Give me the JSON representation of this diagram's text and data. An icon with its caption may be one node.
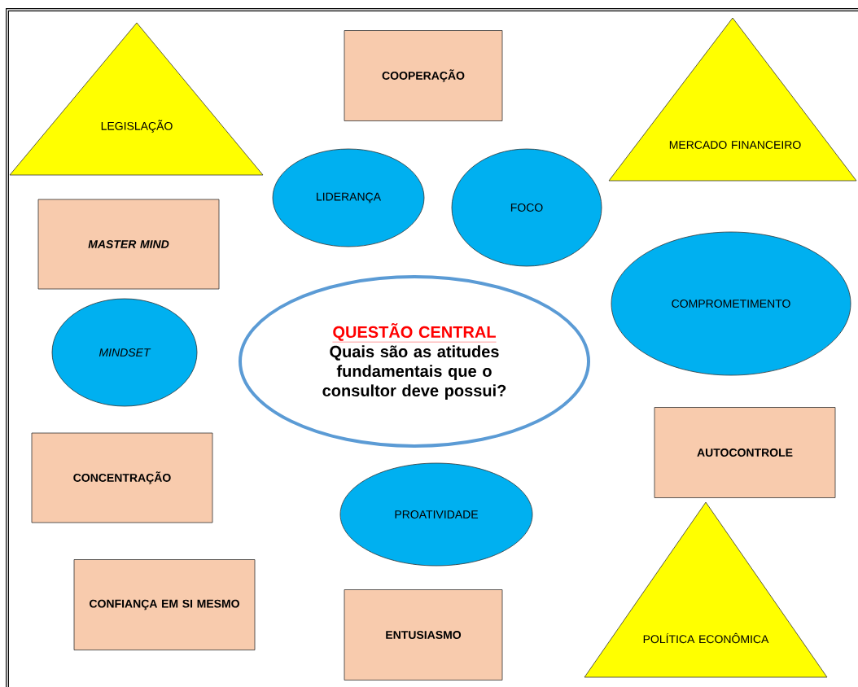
{
  "diagram": {
    "nodes": [
      {
        "text": [
          "LEGISLAÇÃO"
        ]
      },
      {
        "text": [
          "COOPERAÇÃO"
        ]
      },
      {
        "text": [
          "MERCADO FINANCEIRO"
        ]
      },
      {
        "text": [
          "LIDERANÇA"
        ]
      },
      {
        "text": [
          "FOCO"
        ]
      },
      {
        "text": [
          "MASTER MIND"
        ]
      },
      {
        "text": [
          "COMPROMETIMENTO"
        ]
      },
      {
        "text": [
          "MINDSET"
        ]
      },
      {
        "text": [
          "QUESTÃO CENTRAL",
          "Quais são as atitudes fundamentais que o consultor deve possui?"
        ]
      },
      {
        "text": [
          "AUTOCONTROLE"
        ]
      },
      {
        "text": [
          "CONCENTRAÇÃO"
        ]
      },
      {
        "text": [
          "PROATIVIDADE"
        ]
      },
      {
        "text": [
          "POLÍTICA ECONÔMICA"
        ]
      },
      {
        "text": [
          "CONFIANÇA EM SI MESMO"
        ]
      },
      {
        "text": [
          "ENTUSIASMO"
        ]
      }
    ]
  }
}
